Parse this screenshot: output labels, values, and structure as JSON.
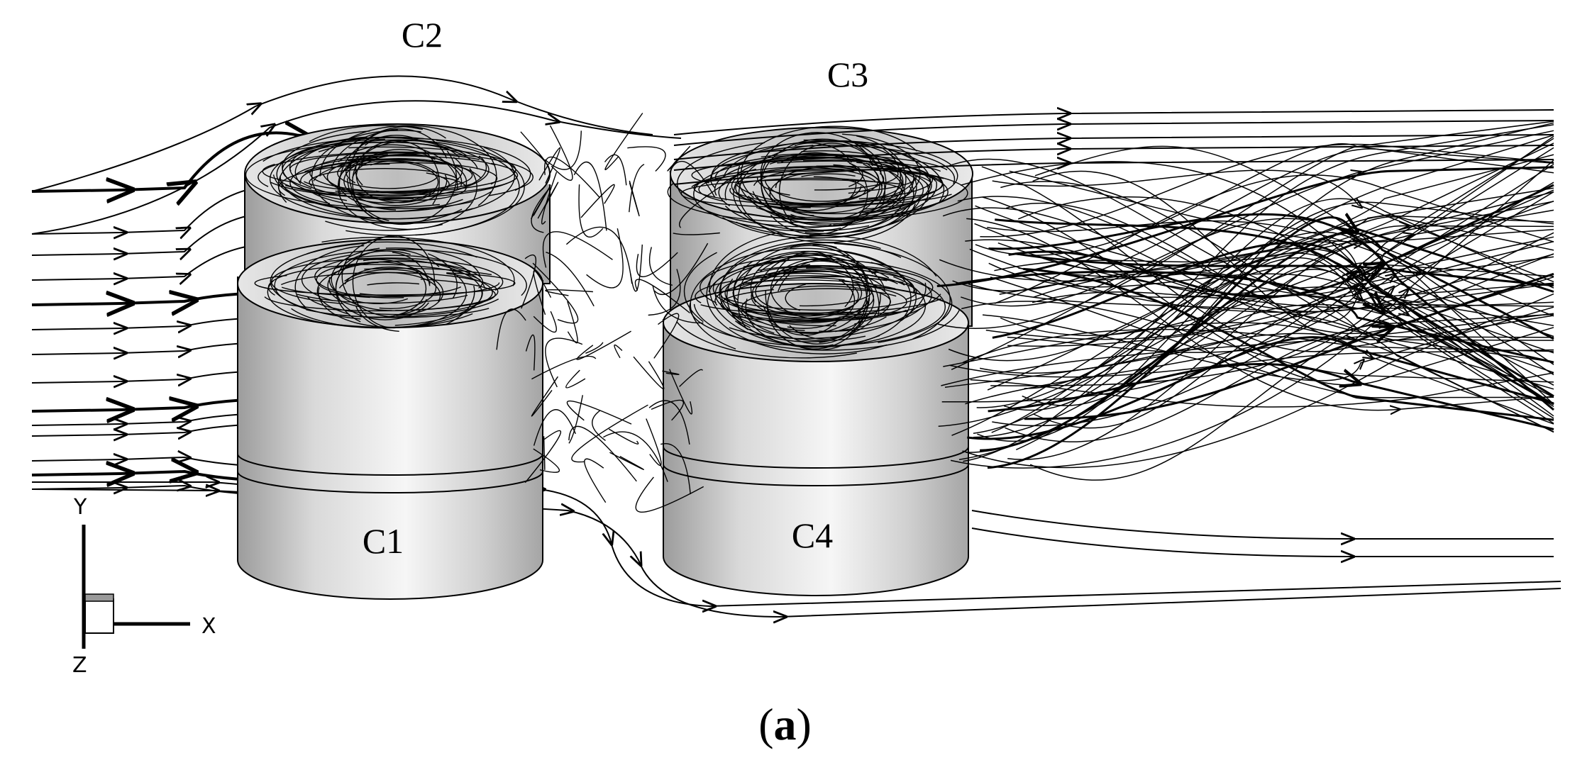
{
  "figure": {
    "cylinder_labels": [
      "C1",
      "C2",
      "C3",
      "C4"
    ],
    "axis_labels": {
      "x": "X",
      "y": "Y",
      "z": "Z"
    },
    "caption": {
      "open": "(",
      "letter": "a",
      "close": ")"
    }
  },
  "colors": {
    "streamline": "#000000",
    "cylinder_light": "#f4f4f4",
    "cylinder_dark": "#9a9a9a",
    "background": "#ffffff"
  }
}
